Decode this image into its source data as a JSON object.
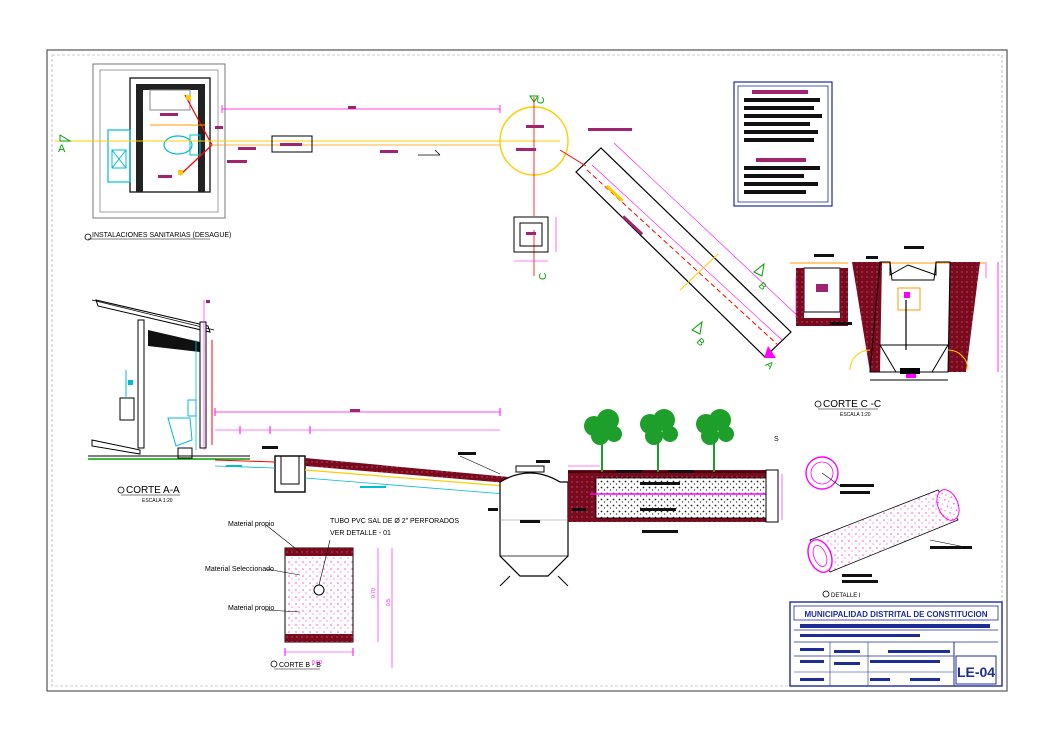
{
  "sheet": {
    "plan_title": "INSTALACIONES SANITARIAS (DESAGUE)",
    "section_aa": {
      "title": "CORTE A-A",
      "scale": "ESCALA 1:20"
    },
    "section_cc": {
      "title": "CORTE C -C",
      "scale": "ESCALA 1:20"
    },
    "section_bb": {
      "title": "CORTE B - B"
    },
    "detail": {
      "title": "DETALLE I"
    },
    "cut_marks": {
      "a": "A",
      "b": "B",
      "c": "C"
    },
    "bb_labels": {
      "material_propio_top": "Material propio",
      "material_seleccionado": "Material Seleccionado",
      "material_propio_bottom": "Material propio",
      "tubo_line1": "TUBO PVC SAL DE Ø 2\" PERFORADOS",
      "tubo_line2": "VER DETALLE - 01"
    },
    "dims": {
      "bb_w": "0.60",
      "bb_h1": "0.70",
      "bb_h2": "0.5"
    },
    "title_block": {
      "institution": "MUNICIPALIDAD DISTRITAL DE CONSTITUCION",
      "sheet_code": "LE-04"
    },
    "misc": {
      "s_mark": "S"
    },
    "colors": {
      "border": "#555555",
      "magenta": "#ff00ff",
      "yellow": "#ffcc00",
      "red": "#ff0000",
      "label_bar": "#a02470",
      "soil": "#7a0a1e",
      "tree": "#1e9e2a",
      "title_blue": "#1e2d96",
      "cyan": "#00bcd4"
    }
  }
}
